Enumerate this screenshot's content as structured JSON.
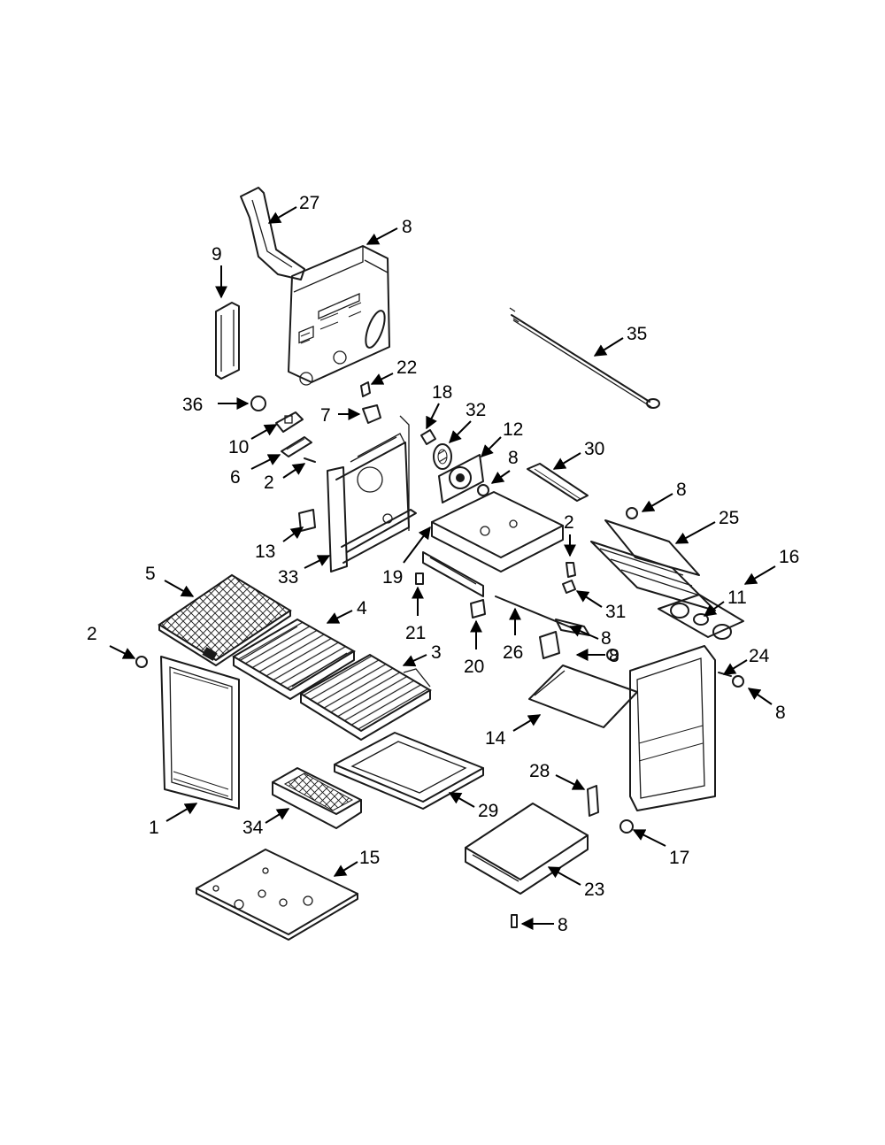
{
  "callouts": [
    {
      "label": "27"
    },
    {
      "label": "8"
    },
    {
      "label": "9"
    },
    {
      "label": "35"
    },
    {
      "label": "22"
    },
    {
      "label": "36"
    },
    {
      "label": "7"
    },
    {
      "label": "18"
    },
    {
      "label": "32"
    },
    {
      "label": "12"
    },
    {
      "label": "10"
    },
    {
      "label": "6"
    },
    {
      "label": "2"
    },
    {
      "label": "8"
    },
    {
      "label": "30"
    },
    {
      "label": "8"
    },
    {
      "label": "25"
    },
    {
      "label": "2"
    },
    {
      "label": "13"
    },
    {
      "label": "33"
    },
    {
      "label": "19"
    },
    {
      "label": "16"
    },
    {
      "label": "31"
    },
    {
      "label": "5"
    },
    {
      "label": "4"
    },
    {
      "label": "21"
    },
    {
      "label": "11"
    },
    {
      "label": "8"
    },
    {
      "label": "2"
    },
    {
      "label": "3"
    },
    {
      "label": "8"
    },
    {
      "label": "26"
    },
    {
      "label": "20"
    },
    {
      "label": "24"
    },
    {
      "label": "8"
    },
    {
      "label": "14"
    },
    {
      "label": "28"
    },
    {
      "label": "29"
    },
    {
      "label": "1"
    },
    {
      "label": "34"
    },
    {
      "label": "17"
    },
    {
      "label": "15"
    },
    {
      "label": "23"
    },
    {
      "label": "8"
    }
  ]
}
